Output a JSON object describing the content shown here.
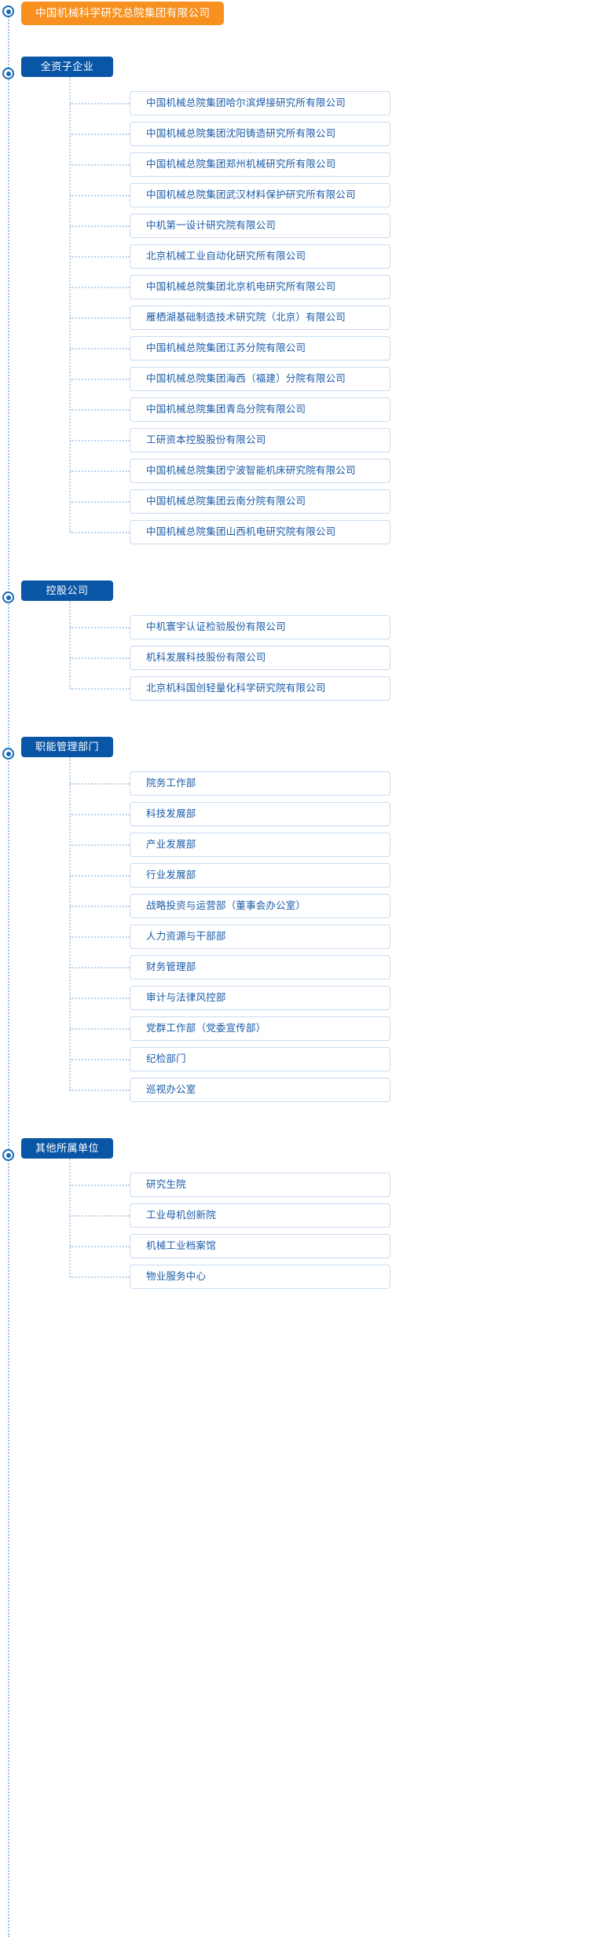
{
  "root": {
    "label": "中国机械科学研究总院集团有限公司",
    "color": "#f7901e",
    "text_color": "#ffffff"
  },
  "theme": {
    "section_pill_color": "#0a56a6",
    "item_border_color": "#c9dcf0",
    "item_text_color": "#1a5ba8",
    "connector_color": "#bcd4ec",
    "trunk_color": "#9dbfe3",
    "node_marker_color": "#1669b8",
    "background": "#ffffff"
  },
  "sections": [
    {
      "label": "全资子企业",
      "items": [
        "中国机械总院集团哈尔滨焊接研究所有限公司",
        "中国机械总院集团沈阳铸造研究所有限公司",
        "中国机械总院集团郑州机械研究所有限公司",
        "中国机械总院集团武汉材料保护研究所有限公司",
        "中机第一设计研究院有限公司",
        "北京机械工业自动化研究所有限公司",
        "中国机械总院集团北京机电研究所有限公司",
        "雁栖湖基础制造技术研究院（北京）有限公司",
        "中国机械总院集团江苏分院有限公司",
        "中国机械总院集团海西（福建）分院有限公司",
        "中国机械总院集团青岛分院有限公司",
        "工研资本控股股份有限公司",
        "中国机械总院集团宁波智能机床研究院有限公司",
        "中国机械总院集团云南分院有限公司",
        "中国机械总院集团山西机电研究院有限公司"
      ]
    },
    {
      "label": "控股公司",
      "items": [
        "中机寰宇认证检验股份有限公司",
        "机科发展科技股份有限公司",
        "北京机科国创轻量化科学研究院有限公司"
      ]
    },
    {
      "label": "职能管理部门",
      "items": [
        "院务工作部",
        "科技发展部",
        "产业发展部",
        "行业发展部",
        "战略投资与运营部（董事会办公室）",
        "人力资源与干部部",
        "财务管理部",
        "审计与法律风控部",
        "党群工作部（党委宣传部）",
        "纪检部门",
        "巡视办公室"
      ]
    },
    {
      "label": "其他所属单位",
      "items": [
        "研究生院",
        "工业母机创新院",
        "机械工业档案馆",
        "物业服务中心"
      ]
    }
  ]
}
